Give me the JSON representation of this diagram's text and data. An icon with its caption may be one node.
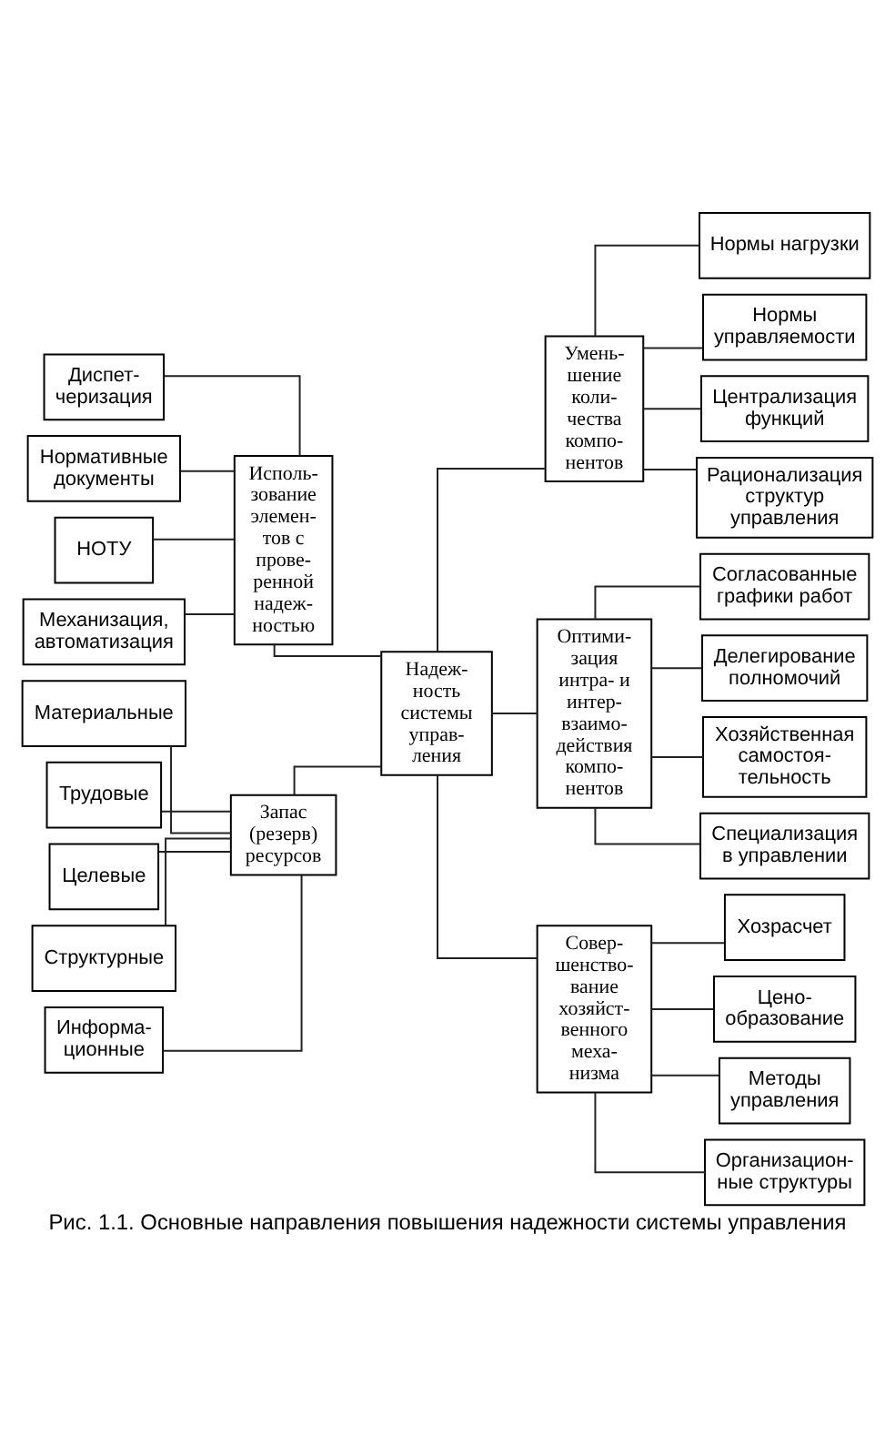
{
  "diagram": {
    "caption": "Рис. 1.1. Основные направления повышения надежности системы управления",
    "nodes": [
      {
        "text": [
          "Умень- шение коли- чества компо- нентов"
        ]
      },
      {
        "text": [
          "Нормы нагрузки"
        ]
      },
      {
        "text": [
          "Нормы управляемости"
        ]
      },
      {
        "text": [
          "Централизация функций"
        ]
      },
      {
        "text": [
          "Рационализация структур управления"
        ]
      },
      {
        "text": [
          "Диспет- черизация"
        ]
      },
      {
        "text": [
          "Нормативные документы"
        ]
      },
      {
        "text": [
          "НОТУ"
        ]
      },
      {
        "text": [
          "Механизация, автоматизация"
        ]
      },
      {
        "text": [
          "Исполь- зование элемен- тов с прове- ренной надеж- ностью"
        ]
      },
      {
        "text": [
          "Надеж- ность системы управ- ления"
        ]
      },
      {
        "text": [
          "Оптими- зация интра- и интер- взаимо- действия компо- нентов"
        ]
      },
      {
        "text": [
          "Согласованные графики работ"
        ]
      },
      {
        "text": [
          "Делегирование полномочий"
        ]
      },
      {
        "text": [
          "Хозяйственная самостоя- тельность"
        ]
      },
      {
        "text": [
          "Специализация в управлении"
        ]
      },
      {
        "text": [
          "Материальные"
        ]
      },
      {
        "text": [
          "Трудовые"
        ]
      },
      {
        "text": [
          "Целевые"
        ]
      },
      {
        "text": [
          "Структурные"
        ]
      },
      {
        "text": [
          "Информа- ционные"
        ]
      },
      {
        "text": [
          "Запас (резерв) ресурсов"
        ]
      },
      {
        "text": [
          "Совер- шенство- вание хозяйст- венного меха- низма"
        ]
      },
      {
        "text": [
          "Хозрасчет"
        ]
      },
      {
        "text": [
          "Цено- образование"
        ]
      },
      {
        "text": [
          "Методы управления"
        ]
      },
      {
        "text": [
          "Организацион- ные структуры"
        ]
      }
    ],
    "edges": [
      {
        "from": 10,
        "to": 0,
        "arrow": "none"
      },
      {
        "from": 10,
        "to": 9,
        "arrow": "none"
      },
      {
        "from": 10,
        "to": 11,
        "arrow": "none"
      },
      {
        "from": 10,
        "to": 21,
        "arrow": "none"
      },
      {
        "from": 10,
        "to": 22,
        "arrow": "none"
      },
      {
        "from": 0,
        "to": 1,
        "arrow": "none"
      },
      {
        "from": 0,
        "to": 2,
        "arrow": "none"
      },
      {
        "from": 0,
        "to": 3,
        "arrow": "none"
      },
      {
        "from": 0,
        "to": 4,
        "arrow": "none"
      },
      {
        "from": 9,
        "to": 5,
        "arrow": "none"
      },
      {
        "from": 9,
        "to": 6,
        "arrow": "none"
      },
      {
        "from": 9,
        "to": 7,
        "arrow": "none"
      },
      {
        "from": 9,
        "to": 8,
        "arrow": "none"
      },
      {
        "from": 11,
        "to": 12,
        "arrow": "none"
      },
      {
        "from": 11,
        "to": 13,
        "arrow": "none"
      },
      {
        "from": 11,
        "to": 14,
        "arrow": "none"
      },
      {
        "from": 11,
        "to": 15,
        "arrow": "none"
      },
      {
        "from": 21,
        "to": 16,
        "arrow": "none"
      },
      {
        "from": 21,
        "to": 17,
        "arrow": "none"
      },
      {
        "from": 21,
        "to": 18,
        "arrow": "none"
      },
      {
        "from": 21,
        "to": 19,
        "arrow": "none"
      },
      {
        "from": 21,
        "to": 20,
        "arrow": "none"
      },
      {
        "from": 22,
        "to": 23,
        "arrow": "none"
      },
      {
        "from": 22,
        "to": 24,
        "arrow": "none"
      },
      {
        "from": 22,
        "to": 25,
        "arrow": "none"
      },
      {
        "from": 22,
        "to": 26,
        "arrow": "none"
      }
    ]
  }
}
